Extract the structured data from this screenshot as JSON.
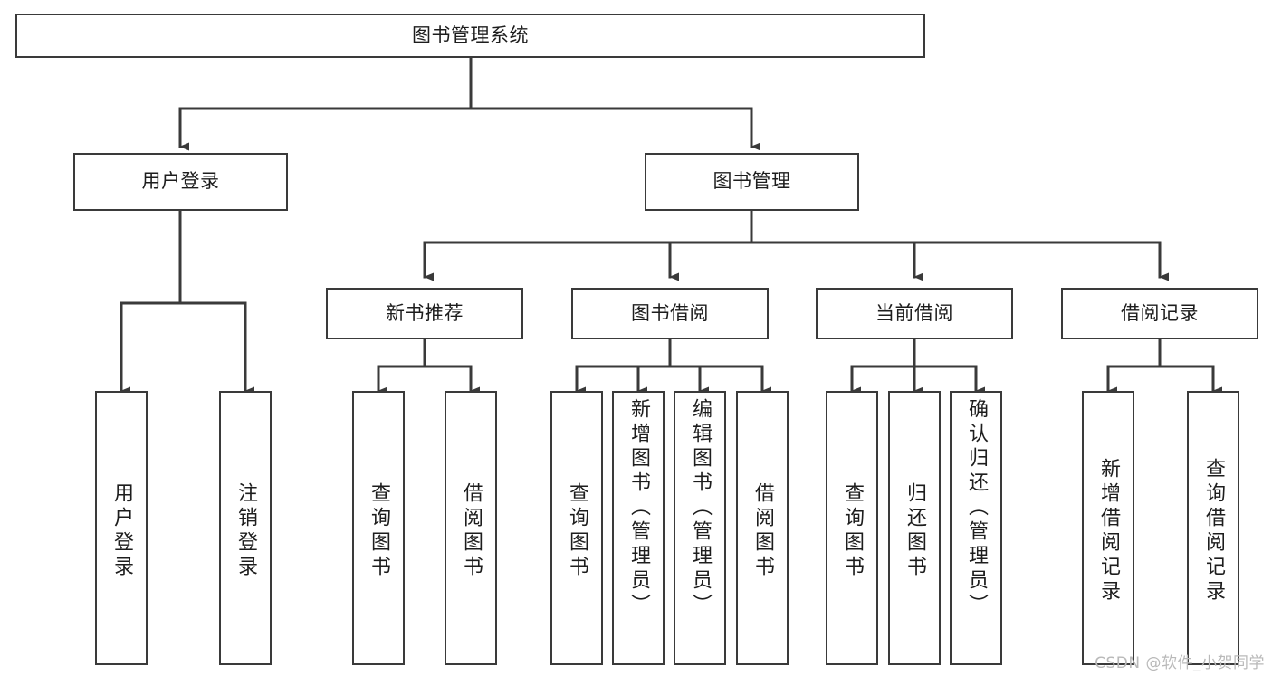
{
  "diagram": {
    "type": "tree-hierarchy",
    "title": "图书管理系统",
    "watermark": "CSDN @软件_小贺同学",
    "colors": {
      "stroke": "#3a3a3a",
      "fill": "#ffffff",
      "text": "#1d1d1d",
      "watermark": "#b9b9b9"
    },
    "nodes": {
      "root": {
        "label": "图书管理系统",
        "level": 0,
        "orientation": "horizontal"
      },
      "l1": [
        {
          "id": "user-login",
          "label": "用户登录",
          "level": 1,
          "orientation": "horizontal"
        },
        {
          "id": "book-manage",
          "label": "图书管理",
          "level": 1,
          "orientation": "horizontal"
        }
      ],
      "l2": [
        {
          "id": "new-book-recommend",
          "label": "新书推荐",
          "level": 2,
          "orientation": "horizontal",
          "parent": "book-manage"
        },
        {
          "id": "book-borrow",
          "label": "图书借阅",
          "level": 2,
          "orientation": "horizontal",
          "parent": "book-manage"
        },
        {
          "id": "current-borrow",
          "label": "当前借阅",
          "level": 2,
          "orientation": "horizontal",
          "parent": "book-manage"
        },
        {
          "id": "borrow-record",
          "label": "借阅记录",
          "level": 2,
          "orientation": "horizontal",
          "parent": "book-manage"
        }
      ],
      "leaves": [
        {
          "id": "leaf-user-login",
          "label": "用户登录",
          "parent": "user-login",
          "orientation": "vertical"
        },
        {
          "id": "leaf-user-logout",
          "label": "注销登录",
          "parent": "user-login",
          "orientation": "vertical"
        },
        {
          "id": "leaf-query-book-1",
          "label": "查询图书",
          "parent": "new-book-recommend",
          "orientation": "vertical"
        },
        {
          "id": "leaf-borrow-book-1",
          "label": "借阅图书",
          "parent": "new-book-recommend",
          "orientation": "vertical"
        },
        {
          "id": "leaf-query-book-2",
          "label": "查询图书",
          "parent": "book-borrow",
          "orientation": "vertical"
        },
        {
          "id": "leaf-add-book",
          "label": "新增图书（管理员）",
          "parent": "book-borrow",
          "orientation": "vertical"
        },
        {
          "id": "leaf-edit-book",
          "label": "编辑图书（管理员）",
          "parent": "book-borrow",
          "orientation": "vertical"
        },
        {
          "id": "leaf-borrow-book-2",
          "label": "借阅图书",
          "parent": "book-borrow",
          "orientation": "vertical"
        },
        {
          "id": "leaf-query-book-3",
          "label": "查询图书",
          "parent": "current-borrow",
          "orientation": "vertical"
        },
        {
          "id": "leaf-return-book",
          "label": "归还图书",
          "parent": "current-borrow",
          "orientation": "vertical"
        },
        {
          "id": "leaf-confirm-return",
          "label": "确认归还（管理员）",
          "parent": "current-borrow",
          "orientation": "vertical"
        },
        {
          "id": "leaf-add-record",
          "label": "新增借阅记录",
          "parent": "borrow-record",
          "orientation": "vertical"
        },
        {
          "id": "leaf-query-record",
          "label": "查询借阅记录",
          "parent": "borrow-record",
          "orientation": "vertical"
        }
      ]
    }
  }
}
